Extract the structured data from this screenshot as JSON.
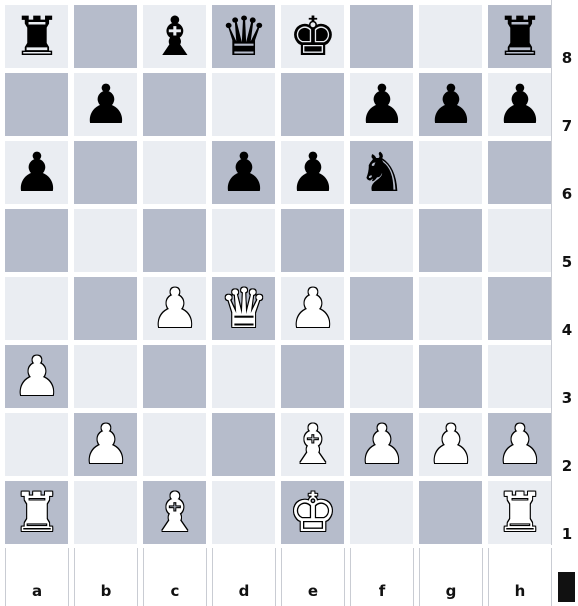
{
  "board": {
    "files": [
      "a",
      "b",
      "c",
      "d",
      "e",
      "f",
      "g",
      "h"
    ],
    "ranks": [
      "8",
      "7",
      "6",
      "5",
      "4",
      "3",
      "2",
      "1"
    ],
    "colors": {
      "light": "#eaedf2",
      "dark": "#b6bccb"
    },
    "pieces": [
      {
        "square": "a8",
        "color": "black",
        "type": "rook",
        "glyph": "♜"
      },
      {
        "square": "c8",
        "color": "black",
        "type": "bishop",
        "glyph": "♝"
      },
      {
        "square": "d8",
        "color": "black",
        "type": "queen",
        "glyph": "♛"
      },
      {
        "square": "e8",
        "color": "black",
        "type": "king",
        "glyph": "♚"
      },
      {
        "square": "h8",
        "color": "black",
        "type": "rook",
        "glyph": "♜"
      },
      {
        "square": "b7",
        "color": "black",
        "type": "pawn",
        "glyph": "♟"
      },
      {
        "square": "f7",
        "color": "black",
        "type": "pawn",
        "glyph": "♟"
      },
      {
        "square": "g7",
        "color": "black",
        "type": "pawn",
        "glyph": "♟"
      },
      {
        "square": "h7",
        "color": "black",
        "type": "pawn",
        "glyph": "♟"
      },
      {
        "square": "a6",
        "color": "black",
        "type": "pawn",
        "glyph": "♟"
      },
      {
        "square": "d6",
        "color": "black",
        "type": "pawn",
        "glyph": "♟"
      },
      {
        "square": "e6",
        "color": "black",
        "type": "pawn",
        "glyph": "♟"
      },
      {
        "square": "f6",
        "color": "black",
        "type": "knight",
        "glyph": "♞"
      },
      {
        "square": "c4",
        "color": "white",
        "type": "pawn",
        "glyph": "♟"
      },
      {
        "square": "d4",
        "color": "white",
        "type": "queen",
        "glyph": "♛"
      },
      {
        "square": "e4",
        "color": "white",
        "type": "pawn",
        "glyph": "♟"
      },
      {
        "square": "a3",
        "color": "white",
        "type": "pawn",
        "glyph": "♟"
      },
      {
        "square": "b2",
        "color": "white",
        "type": "pawn",
        "glyph": "♟"
      },
      {
        "square": "e2",
        "color": "white",
        "type": "bishop",
        "glyph": "♝"
      },
      {
        "square": "f2",
        "color": "white",
        "type": "pawn",
        "glyph": "♟"
      },
      {
        "square": "g2",
        "color": "white",
        "type": "pawn",
        "glyph": "♟"
      },
      {
        "square": "h2",
        "color": "white",
        "type": "pawn",
        "glyph": "♟"
      },
      {
        "square": "a1",
        "color": "white",
        "type": "rook",
        "glyph": "♜"
      },
      {
        "square": "c1",
        "color": "white",
        "type": "bishop",
        "glyph": "♝"
      },
      {
        "square": "e1",
        "color": "white",
        "type": "king",
        "glyph": "♚"
      },
      {
        "square": "h1",
        "color": "white",
        "type": "rook",
        "glyph": "♜"
      }
    ]
  },
  "turn": {
    "side": "black",
    "indicator_color": "#111111"
  }
}
